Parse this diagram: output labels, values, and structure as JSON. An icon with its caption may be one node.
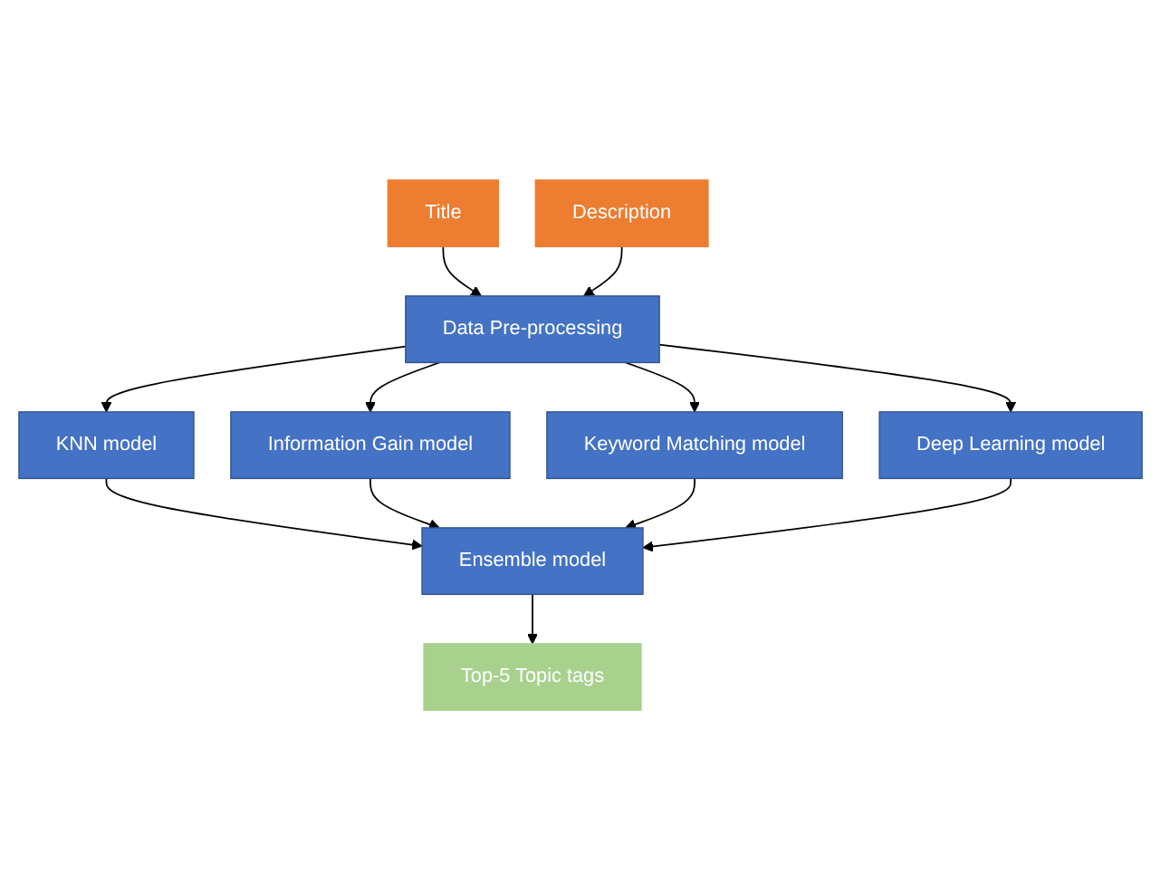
{
  "diagram": {
    "nodes": [
      {
        "text": [
          "Title"
        ]
      },
      {
        "text": [
          "Description"
        ]
      },
      {
        "text": [
          "Data Pre-processing"
        ]
      },
      {
        "text": [
          "KNN model"
        ]
      },
      {
        "text": [
          "Information Gain model"
        ]
      },
      {
        "text": [
          "Keyword Matching model"
        ]
      },
      {
        "text": [
          "Deep Learning model"
        ]
      },
      {
        "text": [
          "Ensemble model"
        ]
      },
      {
        "text": [
          "Top-5 Topic tags"
        ]
      }
    ],
    "edges": [
      {
        "from": 0,
        "to": 2,
        "arrow": "to"
      },
      {
        "from": 1,
        "to": 2,
        "arrow": "to"
      },
      {
        "from": 2,
        "to": 3,
        "arrow": "to"
      },
      {
        "from": 2,
        "to": 4,
        "arrow": "to"
      },
      {
        "from": 2,
        "to": 5,
        "arrow": "to"
      },
      {
        "from": 2,
        "to": 6,
        "arrow": "to"
      },
      {
        "from": 3,
        "to": 7,
        "arrow": "to"
      },
      {
        "from": 4,
        "to": 7,
        "arrow": "to"
      },
      {
        "from": 5,
        "to": 7,
        "arrow": "to"
      },
      {
        "from": 6,
        "to": 7,
        "arrow": "to"
      },
      {
        "from": 7,
        "to": 8,
        "arrow": "to"
      }
    ]
  }
}
